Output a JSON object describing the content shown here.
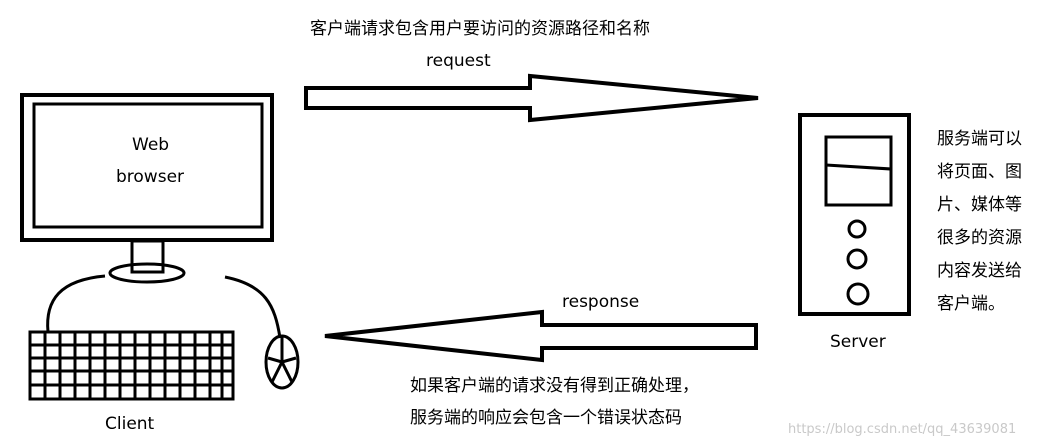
{
  "texts": {
    "request_desc": "客户端请求包含用户要访问的资源路径和名称",
    "request": "request",
    "web_browser_line1": "Web",
    "web_browser_line2": "browser",
    "server_desc": [
      "服务端可以",
      "将页面、图",
      "片、媒体等",
      "很多的资源",
      "内容发送给",
      "客户端。"
    ],
    "server": "Server",
    "response": "response",
    "client": "Client",
    "response_desc_line1": "如果客户端的请求没有得到正确处理，",
    "response_desc_line2": "服务端的响应会包含一个错误状态码",
    "watermark": "https://blog.csdn.net/qq_43639081"
  },
  "icons": [
    "monitor-icon",
    "keyboard-icon",
    "mouse-icon",
    "server-tower-icon",
    "request-arrow-icon",
    "response-arrow-icon"
  ]
}
